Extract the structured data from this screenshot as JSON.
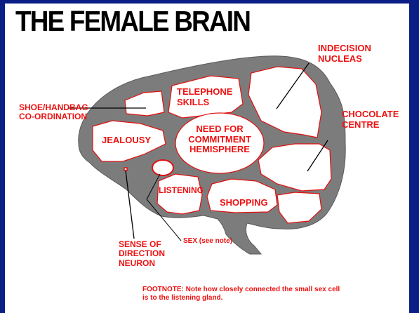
{
  "title": "THE FEMALE BRAIN",
  "colors": {
    "background_frame": "#0a1e86",
    "brain": "#7c7c7c",
    "lobe_fill": "#ffffff",
    "lobe_border": "#e01010",
    "label_text": "#ee1111",
    "leader_line": "#000000"
  },
  "regions": {
    "telephone": [
      "TELEPHONE",
      "SKILLS"
    ],
    "commitment": [
      "NEED FOR",
      "COMMITMENT",
      "HEMISPHERE"
    ],
    "jealousy": "JEALOUSY",
    "listening": "LISTENING",
    "shopping": "SHOPPING"
  },
  "callouts": {
    "indecision": [
      "INDECISION",
      "NUCLEAS"
    ],
    "chocolate": [
      "CHOCOLATE",
      "CENTRE"
    ],
    "shoe": [
      "SHOE/HANDBAG",
      "CO-ORDINATION"
    ],
    "direction": [
      "SENSE OF",
      "DIRECTION",
      "NEURON"
    ],
    "sex": "SEX (see note)"
  },
  "footnote": [
    "FOOTNOTE:  Note how closely connected the small sex cell",
    "is to the listening gland."
  ]
}
